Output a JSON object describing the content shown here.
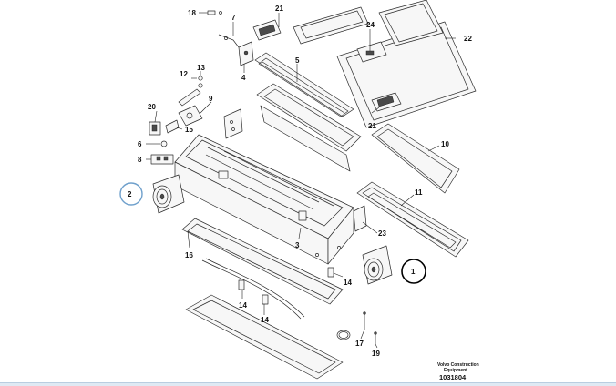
{
  "callouts": {
    "c1": "1",
    "c2": "2",
    "c3": "3",
    "c4": "4",
    "c5": "5",
    "c6": "6",
    "c7": "7",
    "c8": "8",
    "c9": "9",
    "c10": "10",
    "c11": "11",
    "c12": "12",
    "c13": "13",
    "c14a": "14",
    "c14b": "14",
    "c14c": "14",
    "c15": "15",
    "c16": "16",
    "c17": "17",
    "c18": "18",
    "c19": "19",
    "c20": "20",
    "c21a": "21",
    "c21b": "21",
    "c22": "22",
    "c23": "23",
    "c24": "24"
  },
  "caption": {
    "line1": "Volvo Construction",
    "line2": "Equipment",
    "number": "1031804"
  },
  "colors": {
    "highlight_blue": "#6fa0cc",
    "highlight_black": "#000000"
  }
}
